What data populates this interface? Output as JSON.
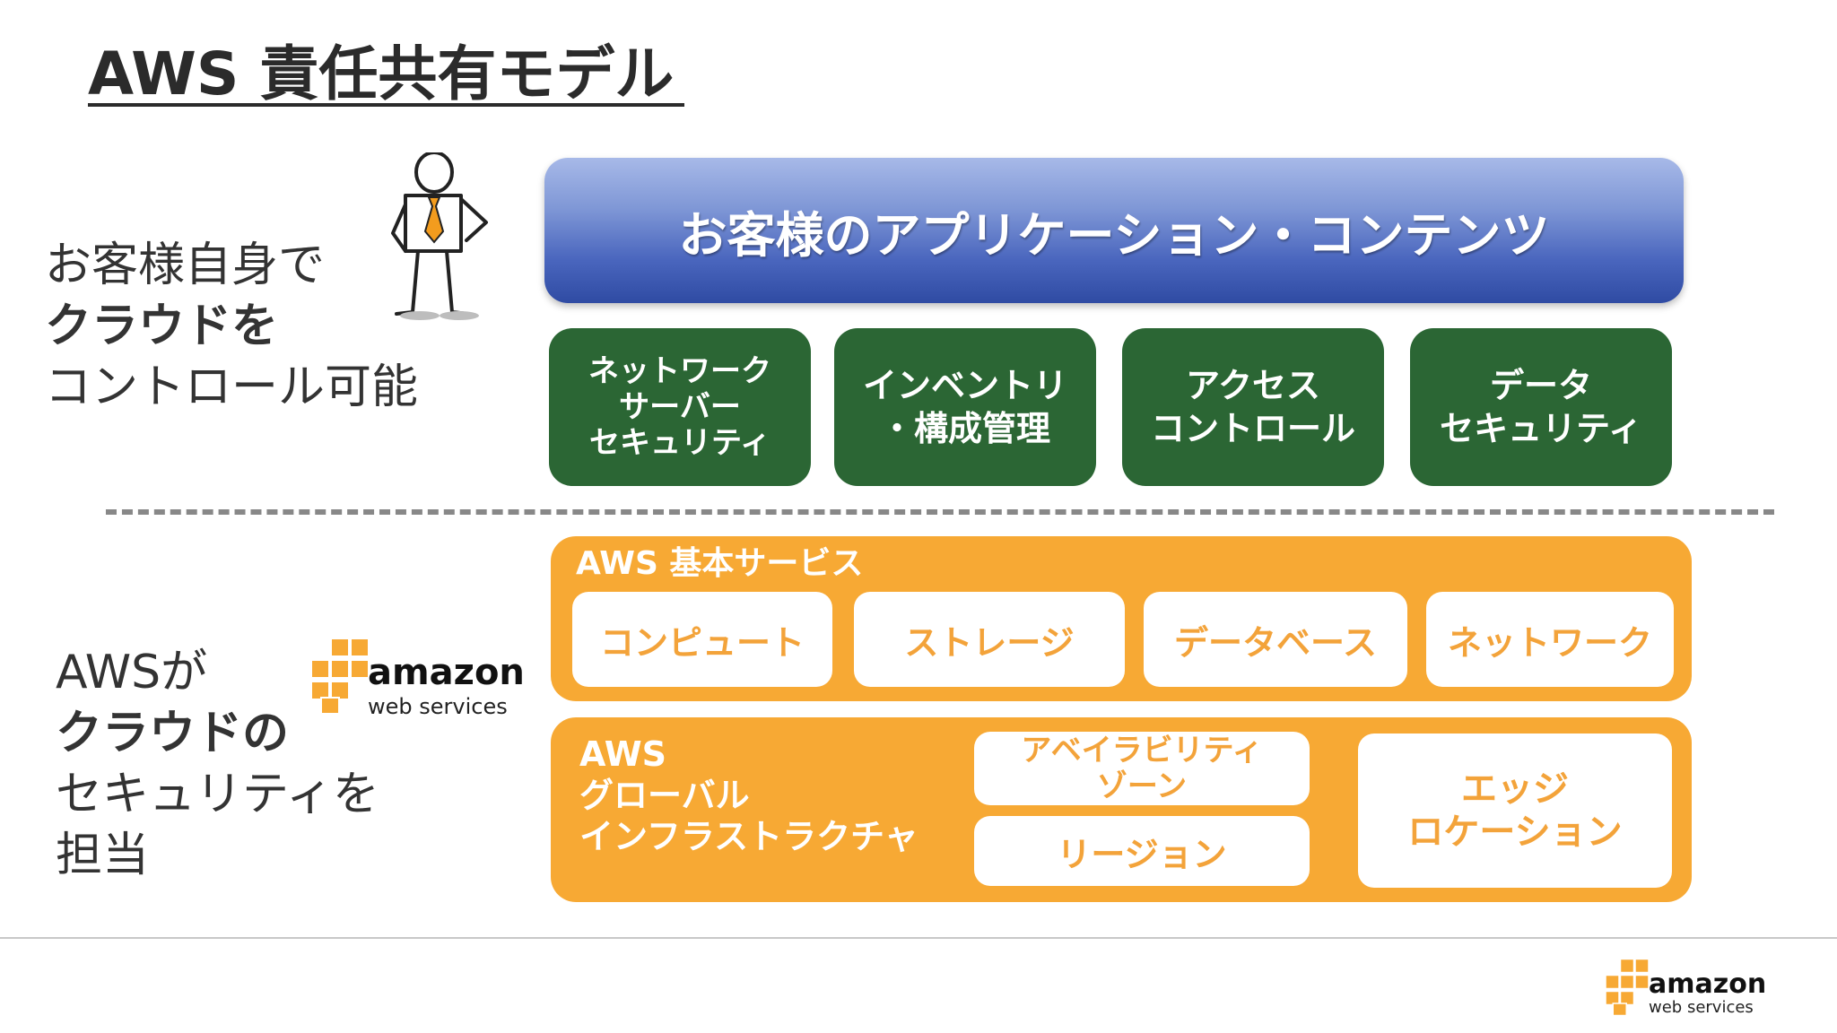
{
  "title": "AWS 責任共有モデル",
  "customer": {
    "line1": "お客様自身で",
    "line2": "クラウドを",
    "line3": "コントロール可能"
  },
  "aws_side": {
    "line1": "AWSが",
    "line2": "クラウドの",
    "line3": "セキュリティを",
    "line4": "担当"
  },
  "app_bar": "お客様のアプリケーション・コンテンツ",
  "green_boxes": [
    "ネットワーク\nサーバー\nセキュリティ",
    "インベントリ\n・構成管理",
    "アクセス\nコントロール",
    "データ\nセキュリティ"
  ],
  "foundation": {
    "label": "AWS 基本サービス",
    "items": [
      "コンピュート",
      "ストレージ",
      "データベース",
      "ネットワーク"
    ]
  },
  "infrastructure": {
    "label": "AWS\nグローバル\nインフラストラクチャ",
    "az": "アベイラビリティ\nゾーン",
    "region": "リージョン",
    "edge": "エッジ\nロケーション"
  },
  "logo": {
    "word": "amazon",
    "sub": "web services"
  },
  "colors": {
    "blue": "#4a66be",
    "green": "#2b6634",
    "orange": "#f7a934",
    "text": "#333333"
  }
}
